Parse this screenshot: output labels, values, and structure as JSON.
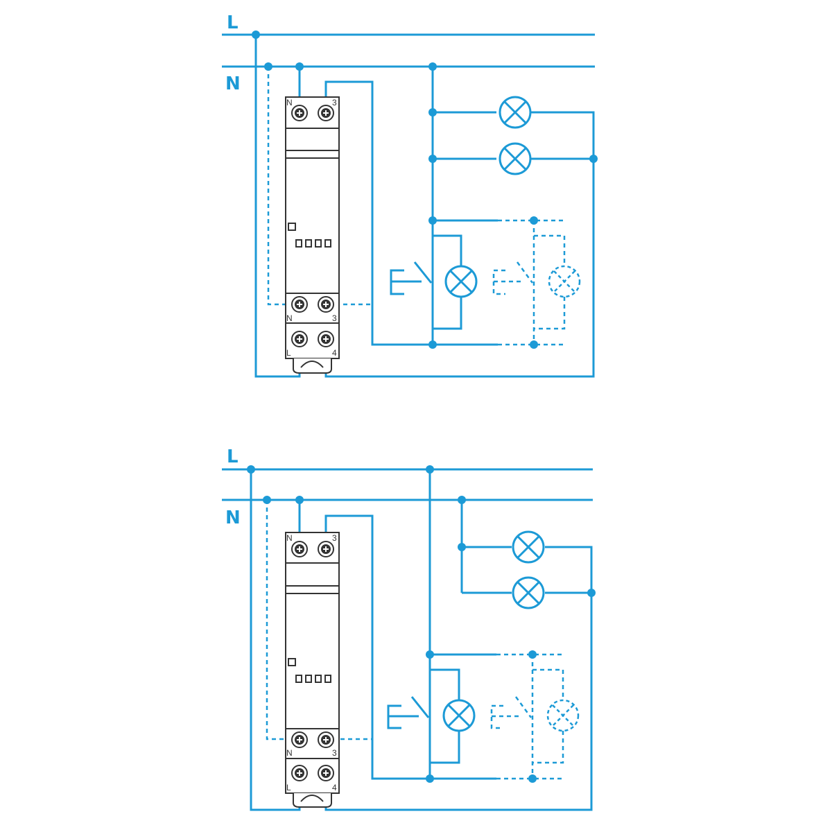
{
  "colors": {
    "wire": "#1c9ad6",
    "device": "#333333",
    "background": "#ffffff"
  },
  "diagrams": [
    {
      "line_label": "L",
      "neutral_label": "N",
      "device_top_terminals": [
        "N",
        "3"
      ],
      "device_bottom_terminals_upper": [
        "N",
        "3"
      ],
      "device_bottom_terminals_lower": [
        "L",
        "4"
      ],
      "lamps": [
        "lamp",
        "lamp",
        "lamp",
        "lamp"
      ]
    },
    {
      "line_label": "L",
      "neutral_label": "N",
      "device_top_terminals": [
        "N",
        "3"
      ],
      "device_bottom_terminals_upper": [
        "N",
        "3"
      ],
      "device_bottom_terminals_lower": [
        "L",
        "4"
      ],
      "lamps": [
        "lamp",
        "lamp",
        "lamp",
        "lamp"
      ]
    }
  ]
}
